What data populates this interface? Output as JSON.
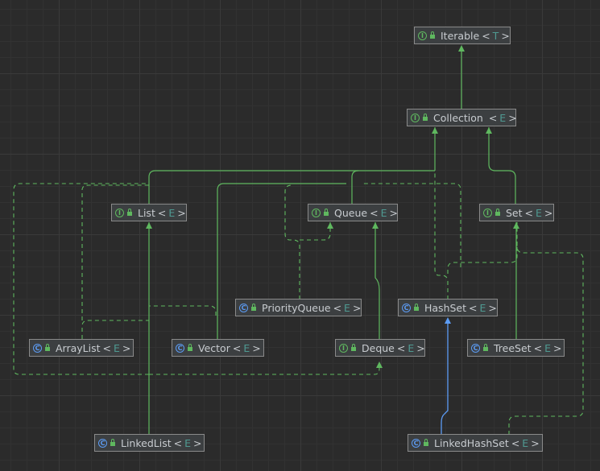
{
  "nodes": {
    "iterable": {
      "name": "Iterable",
      "type_param": "T",
      "kind": "interface"
    },
    "collection": {
      "name": "Collection ",
      "type_param": "E",
      "kind": "interface"
    },
    "list": {
      "name": "List",
      "type_param": "E",
      "kind": "interface"
    },
    "queue": {
      "name": "Queue",
      "type_param": "E",
      "kind": "interface"
    },
    "set": {
      "name": "Set",
      "type_param": "E",
      "kind": "interface"
    },
    "priorityqueue": {
      "name": "PriorityQueue",
      "type_param": "E",
      "kind": "class"
    },
    "hashset": {
      "name": "HashSet",
      "type_param": "E",
      "kind": "class"
    },
    "arraylist": {
      "name": "ArrayList",
      "type_param": "E",
      "kind": "class"
    },
    "vector": {
      "name": "Vector",
      "type_param": "E",
      "kind": "class"
    },
    "deque": {
      "name": "Deque",
      "type_param": "E",
      "kind": "interface"
    },
    "treeset": {
      "name": "TreeSet",
      "type_param": "E",
      "kind": "class"
    },
    "linkedlist": {
      "name": "LinkedList",
      "type_param": "E",
      "kind": "class"
    },
    "linkedhashset": {
      "name": "LinkedHashSet",
      "type_param": "E",
      "kind": "class"
    }
  },
  "kind_glyphs": {
    "interface": "I",
    "class": "C"
  },
  "colors": {
    "extends_interface": "#5fb85f",
    "extends_class": "#5c9cf5",
    "implements": "#5fb85f",
    "node_bg": "#3c3f41",
    "canvas_bg": "#2b2b2b"
  }
}
